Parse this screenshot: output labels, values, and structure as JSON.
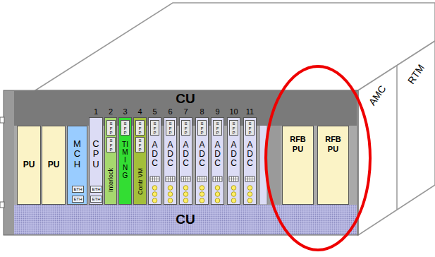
{
  "diagram": {
    "nodes": [
      {
        "text": [
          "CU"
        ]
      },
      {
        "text": [
          "PU"
        ]
      },
      {
        "text": [
          "PU"
        ]
      },
      {
        "text": [
          "MCH"
        ]
      },
      {
        "text": [
          "ETH"
        ],
        "in": 3
      },
      {
        "text": [
          "ETH"
        ],
        "in": 3
      },
      {
        "text": [
          "CPU"
        ]
      },
      {
        "text": [
          "ETH"
        ],
        "in": 6
      },
      {
        "text": [
          "ETH"
        ],
        "in": 6
      },
      {
        "text": [
          "Interlock"
        ]
      },
      {
        "text": [
          "SFP"
        ],
        "in": 9
      },
      {
        "text": [
          "SFP"
        ],
        "in": 9
      },
      {
        "text": [
          "TIMING"
        ]
      },
      {
        "text": [
          "SFP"
        ],
        "in": 12
      },
      {
        "text": [
          "Contr VM"
        ]
      },
      {
        "text": [
          "SFP"
        ],
        "in": 14
      },
      {
        "text": [
          "SFP"
        ],
        "in": 14
      },
      {
        "text": [
          "ADC"
        ]
      },
      {
        "text": [
          "SFP"
        ],
        "in": 17
      },
      {
        "text": [
          "ADC"
        ]
      },
      {
        "text": [
          "SFP"
        ],
        "in": 19
      },
      {
        "text": [
          "ADC"
        ]
      },
      {
        "text": [
          "SFP"
        ],
        "in": 21
      },
      {
        "text": [
          "ADC"
        ]
      },
      {
        "text": [
          "SFP"
        ],
        "in": 23
      },
      {
        "text": [
          "ADC"
        ]
      },
      {
        "text": [
          "SFP"
        ],
        "in": 25
      },
      {
        "text": [
          "ADC"
        ]
      },
      {
        "text": [
          "SFP"
        ],
        "in": 27
      },
      {
        "text": [
          "ADC"
        ]
      },
      {
        "text": [
          "SFP"
        ],
        "in": 29
      },
      {
        "text": [
          "RFB PU"
        ]
      },
      {
        "text": [
          "RFB PU"
        ]
      },
      {
        "text": [
          "CU"
        ]
      }
    ],
    "labels": [
      "1",
      "2",
      "3",
      "4",
      "5",
      "6",
      "7",
      "8",
      "9",
      "10",
      "11",
      "AMC",
      "RTM"
    ]
  }
}
